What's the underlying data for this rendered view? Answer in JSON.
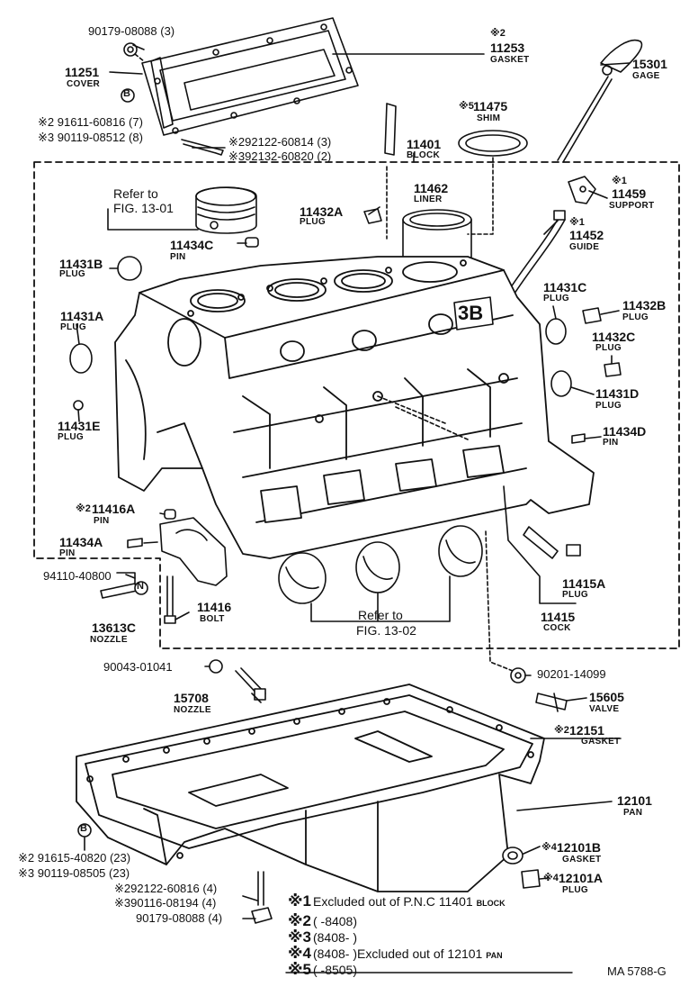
{
  "diagram_code": "MA 5788-G",
  "labels": {
    "p90179_top": "90179-08088 (3)",
    "p11253_mark": "※2",
    "p11253_no": "11253",
    "p11253_name": "GASKET",
    "p11251_no": "11251",
    "p11251_name": "COVER",
    "p15301_no": "15301",
    "p15301_name": "GAGE",
    "bolt_a1": "※2 91611-60816 (7)",
    "bolt_a2": "※3 90119-08512 (8)",
    "bolt_b1": "※292122-60814 (3)",
    "bolt_b2": "※392132-60820 (2)",
    "p11475_mark": "※5",
    "p11475_no": "11475",
    "p11475_name": "SHIM",
    "p11401_no": "11401",
    "p11401_name": "BLOCK",
    "refer_top_1": "Refer to",
    "refer_top_2": "FIG. 13-01",
    "p11462_no": "11462",
    "p11462_name": "LINER",
    "p11459_mark": "※1",
    "p11459_no": "11459",
    "p11459_name": "SUPPORT",
    "p11432a_no": "11432A",
    "p11432a_name": "PLUG",
    "p11452_mark": "※1",
    "p11452_no": "11452",
    "p11452_name": "GUIDE",
    "p11434c_no": "11434C",
    "p11434c_name": "PIN",
    "p11431b_no": "11431B",
    "p11431b_name": "PLUG",
    "p11431c_no": "11431C",
    "p11431c_name": "PLUG",
    "p11432b_no": "11432B",
    "p11432b_name": "PLUG",
    "p11431a_no": "11431A",
    "p11431a_name": "PLUG",
    "p11432c_no": "11432C",
    "p11432c_name": "PLUG",
    "p11431d_no": "11431D",
    "p11431d_name": "PLUG",
    "p11431e_no": "11431E",
    "p11431e_name": "PLUG",
    "p11434d_no": "11434D",
    "p11434d_name": "PIN",
    "p11416a_mark": "※2",
    "p11416a_no": "11416A",
    "p11416a_name": "PIN",
    "p11434a_no": "11434A",
    "p11434a_name": "PIN",
    "p94110": "94110-40800",
    "p11416_no": "11416",
    "p11416_name": "BOLT",
    "p13613c_no": "13613C",
    "p13613c_name": "NOZZLE",
    "refer_bot_1": "Refer to",
    "refer_bot_2": "FIG. 13-02",
    "p11415a_no": "11415A",
    "p11415a_name": "PLUG",
    "p11415_no": "11415",
    "p11415_name": "COCK",
    "p90043": "90043-01041",
    "p90201": "90201-14099",
    "p15708_no": "15708",
    "p15708_name": "NOZZLE",
    "p15605_no": "15605",
    "p15605_name": "VALVE",
    "p12151_mark": "※2",
    "p12151_no": "12151",
    "p12151_name": "GASKET",
    "p12101_no": "12101",
    "p12101_name": "PAN",
    "bolt_c1": "※2 91615-40820 (23)",
    "bolt_c2": "※3 90119-08505 (23)",
    "p12101b_mark": "※4",
    "p12101b_no": "12101B",
    "p12101b_name": "GASKET",
    "p12101a_mark": "※4",
    "p12101a_no": "12101A",
    "p12101a_name": "PLUG",
    "bolt_d1": "※292122-60816 (4)",
    "bolt_d2": "※390116-08194 (4)",
    "bolt_d3": "90179-08088 (4)",
    "badge_b": "B",
    "badge_n": "N",
    "block_mark": "3B"
  },
  "legend": [
    {
      "mark": "※1",
      "text": "Excluded out of P.N.C ",
      "pnc": "11401",
      "pnc_name": "BLOCK"
    },
    {
      "mark": "※2",
      "text": "(           -8408)",
      "pnc": "",
      "pnc_name": ""
    },
    {
      "mark": "※3",
      "text": "(8408-            )",
      "pnc": "",
      "pnc_name": ""
    },
    {
      "mark": "※4",
      "text": "(8408-            )Excluded out of ",
      "pnc": "12101",
      "pnc_name": "PAN"
    },
    {
      "mark": "※5",
      "text": "(           -8505)",
      "pnc": "",
      "pnc_name": ""
    }
  ]
}
